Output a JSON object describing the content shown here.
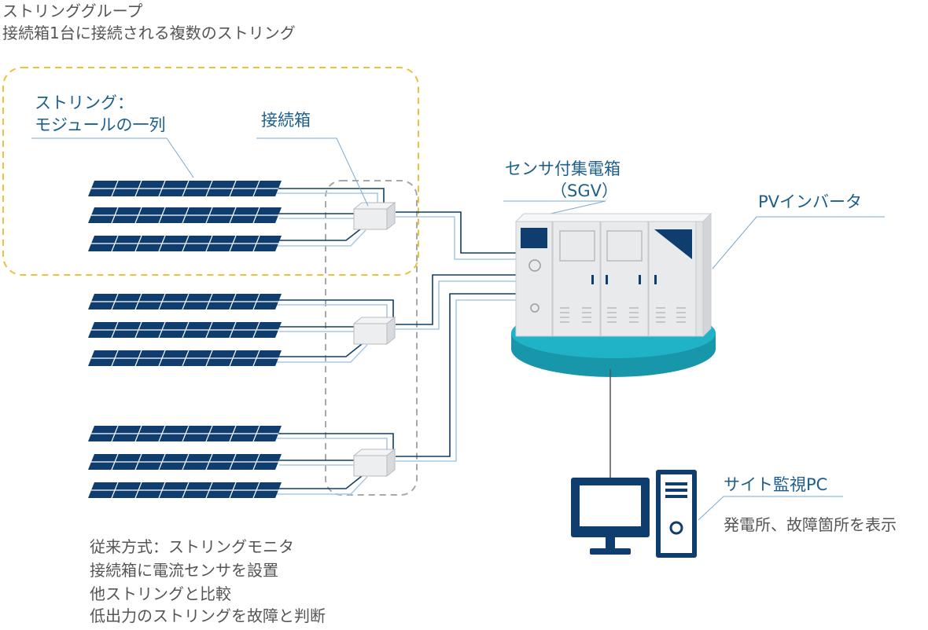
{
  "header": {
    "title": "ストリンググループ",
    "subtitle": "接続箱1台に接続される複数のストリング"
  },
  "labels": {
    "string_line1": "ストリング：",
    "string_line2": "モジュールの一列",
    "junction_box": "接続箱",
    "sgv_line1": "センサ付集電箱",
    "sgv_line2": "（SGV）",
    "pv_inverter": "PVインバータ",
    "site_monitor": "サイト監視PC",
    "site_monitor_desc": "発電所、故障箇所を表示"
  },
  "notes": [
    "従来方式：ストリングモニタ",
    "接続箱に電流センサを設置",
    "他ストリングと比較",
    "低出力のストリングを故障と判断"
  ],
  "colors": {
    "panel": "#0f3d6e",
    "panel_grid": "#ffffff",
    "string_group_border": "#e8c33c",
    "junction_dashed_border": "#a8a8a8",
    "wire_dark": "#0f3d6e",
    "wire_light": "#a9c9e6",
    "cabinet": "#e9eaec",
    "cabinet_edge": "#c9cbce",
    "base_top": "#20b3c8",
    "base_side": "#1896aa",
    "pc": "#0f3d6e",
    "label_blue": "#1c5f8c",
    "label_grey": "#555555"
  }
}
